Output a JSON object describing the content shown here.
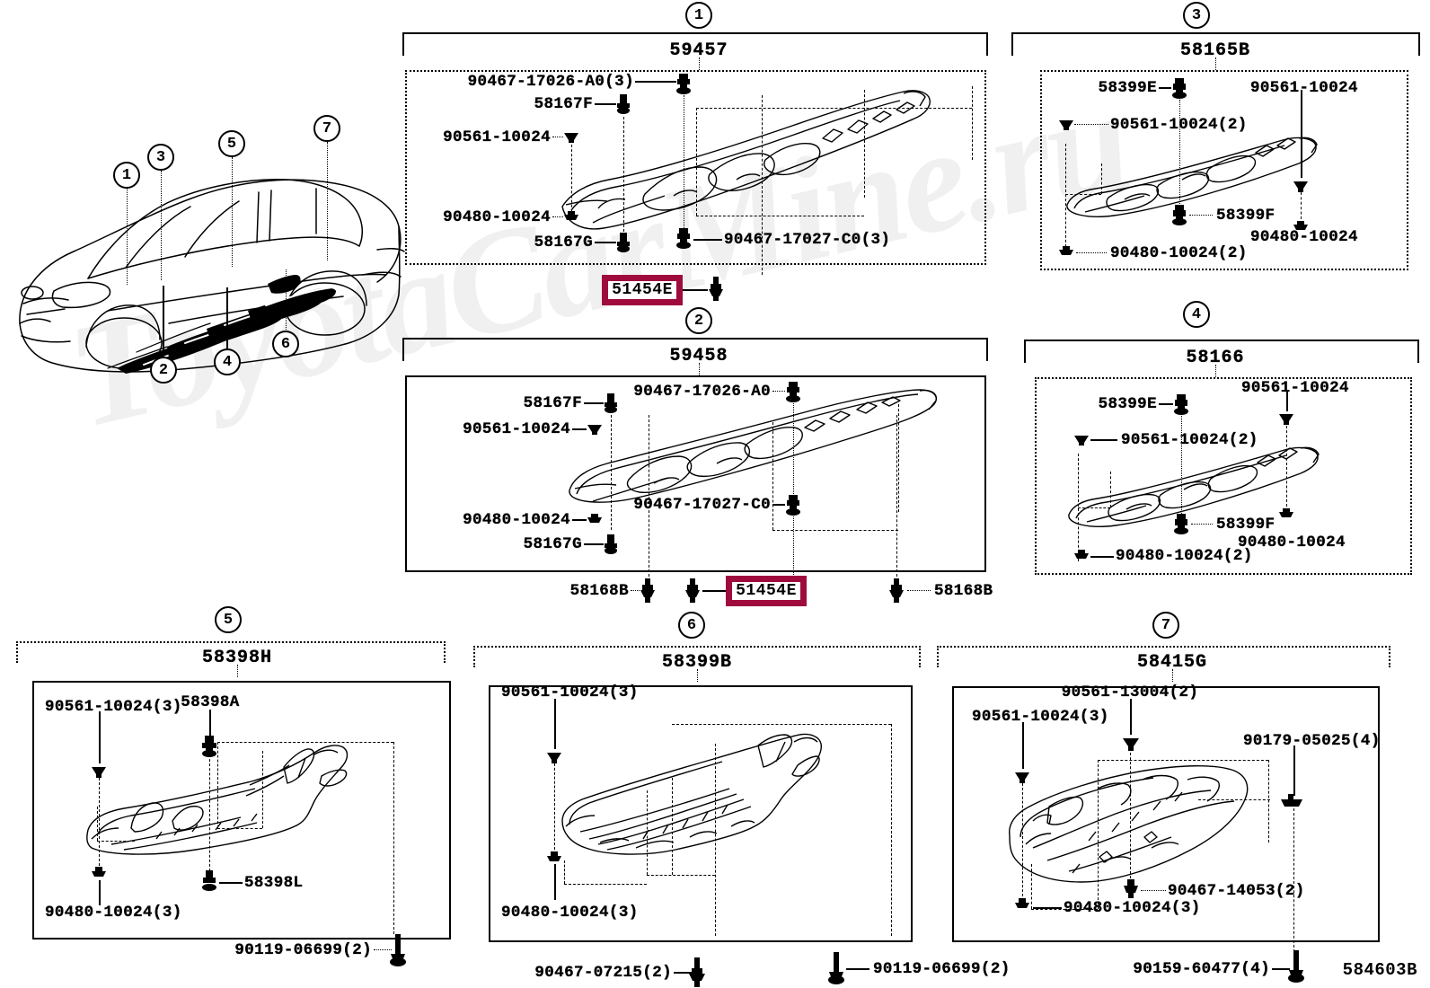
{
  "sheet": {
    "id": "584603B",
    "watermark": "ToyotaCarMine.ru"
  },
  "vehicle_diagram": {
    "name": "sedan-underbody-callout-illustration",
    "callouts": [
      "1",
      "2",
      "3",
      "4",
      "5",
      "6",
      "7"
    ]
  },
  "groups": [
    {
      "number": "1",
      "title": "59457",
      "parts": [
        {
          "code": "90467-17026-A0(3)"
        },
        {
          "code": "58167F"
        },
        {
          "code": "90561-10024"
        },
        {
          "code": "90480-10024"
        },
        {
          "code": "58167G"
        },
        {
          "code": "90467-17027-C0(3)"
        }
      ],
      "external_parts": [
        {
          "code": "51454E",
          "highlighted": true
        }
      ]
    },
    {
      "number": "2",
      "title": "59458",
      "parts": [
        {
          "code": "58167F"
        },
        {
          "code": "90467-17026-A0"
        },
        {
          "code": "90561-10024"
        },
        {
          "code": "90480-10024"
        },
        {
          "code": "90467-17027-C0"
        },
        {
          "code": "58167G"
        }
      ],
      "external_parts": [
        {
          "code": "58168B",
          "highlighted": false
        },
        {
          "code": "51454E",
          "highlighted": true
        },
        {
          "code": "58168B",
          "highlighted": false
        }
      ]
    },
    {
      "number": "3",
      "title": "58165B",
      "parts": [
        {
          "code": "58399E"
        },
        {
          "code": "90561-10024"
        },
        {
          "code": "90561-10024(2)"
        },
        {
          "code": "58399F"
        },
        {
          "code": "90480-10024"
        },
        {
          "code": "90480-10024(2)"
        }
      ],
      "external_parts": []
    },
    {
      "number": "4",
      "title": "58166",
      "parts": [
        {
          "code": "58399E"
        },
        {
          "code": "90561-10024"
        },
        {
          "code": "90561-10024(2)"
        },
        {
          "code": "58399F"
        },
        {
          "code": "90480-10024"
        },
        {
          "code": "90480-10024(2)"
        }
      ],
      "external_parts": []
    },
    {
      "number": "5",
      "title": "58398H",
      "parts": [
        {
          "code": "58398A"
        },
        {
          "code": "90561-10024(3)"
        },
        {
          "code": "58398L"
        },
        {
          "code": "90480-10024(3)"
        }
      ],
      "external_parts": [
        {
          "code": "90119-06699(2)",
          "highlighted": false
        }
      ]
    },
    {
      "number": "6",
      "title": "58399B",
      "parts": [
        {
          "code": "90561-10024(3)"
        },
        {
          "code": "90480-10024(3)"
        }
      ],
      "external_parts": [
        {
          "code": "90467-07215(2)",
          "highlighted": false
        },
        {
          "code": "90119-06699(2)",
          "highlighted": false
        }
      ]
    },
    {
      "number": "7",
      "title": "58415G",
      "parts": [
        {
          "code": "90561-13004(2)"
        },
        {
          "code": "90561-10024(3)"
        },
        {
          "code": "90179-05025(4)"
        },
        {
          "code": "90467-14053(2)"
        },
        {
          "code": "90480-10024(3)"
        }
      ],
      "external_parts": [
        {
          "code": "90159-60477(4)",
          "highlighted": false
        }
      ]
    }
  ],
  "colors": {
    "highlight": "#9e0b3c",
    "line": "#000000",
    "background": "#ffffff"
  }
}
